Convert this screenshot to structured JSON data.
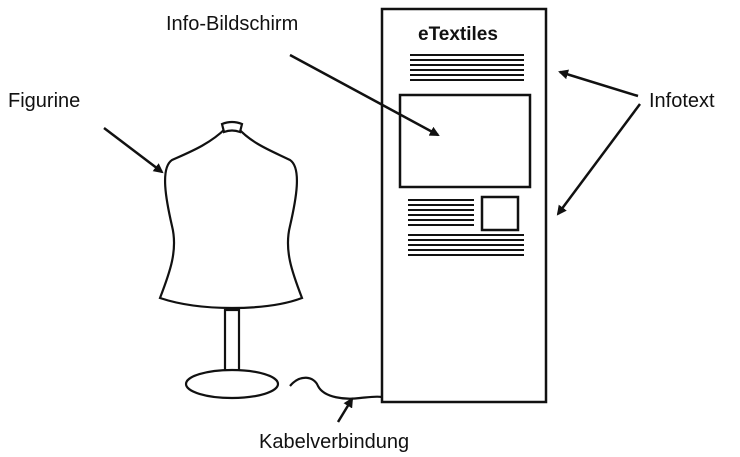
{
  "labels": {
    "figurine": "Figurine",
    "info_screen": "Info-Bildschirm",
    "infotext": "Infotext",
    "cable": "Kabelverbindung"
  },
  "panel": {
    "title": "eTextiles"
  }
}
